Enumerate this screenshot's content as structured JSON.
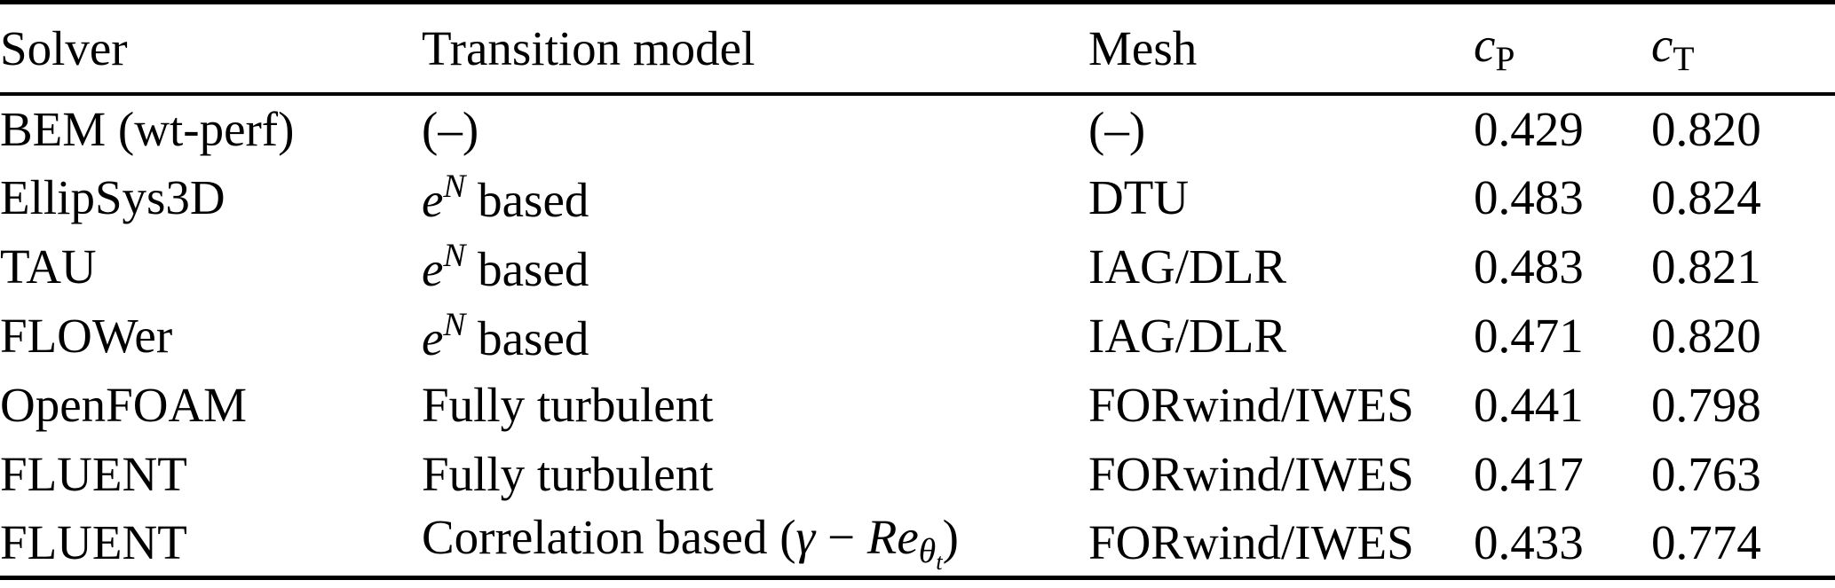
{
  "colors": {
    "background": "#ffffff",
    "text": "#000000",
    "rule": "#000000"
  },
  "table": {
    "columns": [
      {
        "name": "solver",
        "header": [
          {
            "t": "Solver"
          }
        ]
      },
      {
        "name": "transition",
        "header": [
          {
            "t": "Transition model"
          }
        ]
      },
      {
        "name": "mesh",
        "header": [
          {
            "t": "Mesh"
          }
        ]
      },
      {
        "name": "cp",
        "header": [
          {
            "t": "c",
            "i": true
          },
          {
            "t": "P",
            "s": "sub"
          }
        ]
      },
      {
        "name": "ct",
        "header": [
          {
            "t": "c",
            "i": true
          },
          {
            "t": "T",
            "s": "sub"
          }
        ]
      }
    ],
    "rows": [
      [
        [
          {
            "t": "BEM (wt-perf)"
          }
        ],
        [
          {
            "t": "(–)"
          }
        ],
        [
          {
            "t": "(–)"
          }
        ],
        [
          {
            "t": "0.429"
          }
        ],
        [
          {
            "t": "0.820"
          }
        ]
      ],
      [
        [
          {
            "t": "EllipSys3D"
          }
        ],
        [
          {
            "t": "e",
            "i": true
          },
          {
            "t": "N",
            "i": true,
            "s": "sup"
          },
          {
            "t": " based"
          }
        ],
        [
          {
            "t": "DTU"
          }
        ],
        [
          {
            "t": "0.483"
          }
        ],
        [
          {
            "t": "0.824"
          }
        ]
      ],
      [
        [
          {
            "t": "TAU"
          }
        ],
        [
          {
            "t": "e",
            "i": true
          },
          {
            "t": "N",
            "i": true,
            "s": "sup"
          },
          {
            "t": " based"
          }
        ],
        [
          {
            "t": "IAG/DLR"
          }
        ],
        [
          {
            "t": "0.483"
          }
        ],
        [
          {
            "t": "0.821"
          }
        ]
      ],
      [
        [
          {
            "t": "FLOWer"
          }
        ],
        [
          {
            "t": "e",
            "i": true
          },
          {
            "t": "N",
            "i": true,
            "s": "sup"
          },
          {
            "t": " based"
          }
        ],
        [
          {
            "t": "IAG/DLR"
          }
        ],
        [
          {
            "t": "0.471"
          }
        ],
        [
          {
            "t": "0.820"
          }
        ]
      ],
      [
        [
          {
            "t": "OpenFOAM"
          }
        ],
        [
          {
            "t": "Fully turbulent"
          }
        ],
        [
          {
            "t": "FORwind/IWES"
          }
        ],
        [
          {
            "t": "0.441"
          }
        ],
        [
          {
            "t": "0.798"
          }
        ]
      ],
      [
        [
          {
            "t": "FLUENT"
          }
        ],
        [
          {
            "t": "Fully turbulent"
          }
        ],
        [
          {
            "t": "FORwind/IWES"
          }
        ],
        [
          {
            "t": "0.417"
          }
        ],
        [
          {
            "t": "0.763"
          }
        ]
      ],
      [
        [
          {
            "t": "FLUENT"
          }
        ],
        [
          {
            "t": "Correlation based ("
          },
          {
            "t": "γ",
            "i": true
          },
          {
            "t": " − "
          },
          {
            "t": "Re",
            "i": true
          },
          {
            "t": "θ",
            "i": true,
            "s": "sub"
          },
          {
            "t": "t",
            "i": true,
            "s": "subsub"
          },
          {
            "t": ")"
          }
        ],
        [
          {
            "t": "FORwind/IWES"
          }
        ],
        [
          {
            "t": "0.433"
          }
        ],
        [
          {
            "t": "0.774"
          }
        ]
      ]
    ]
  }
}
